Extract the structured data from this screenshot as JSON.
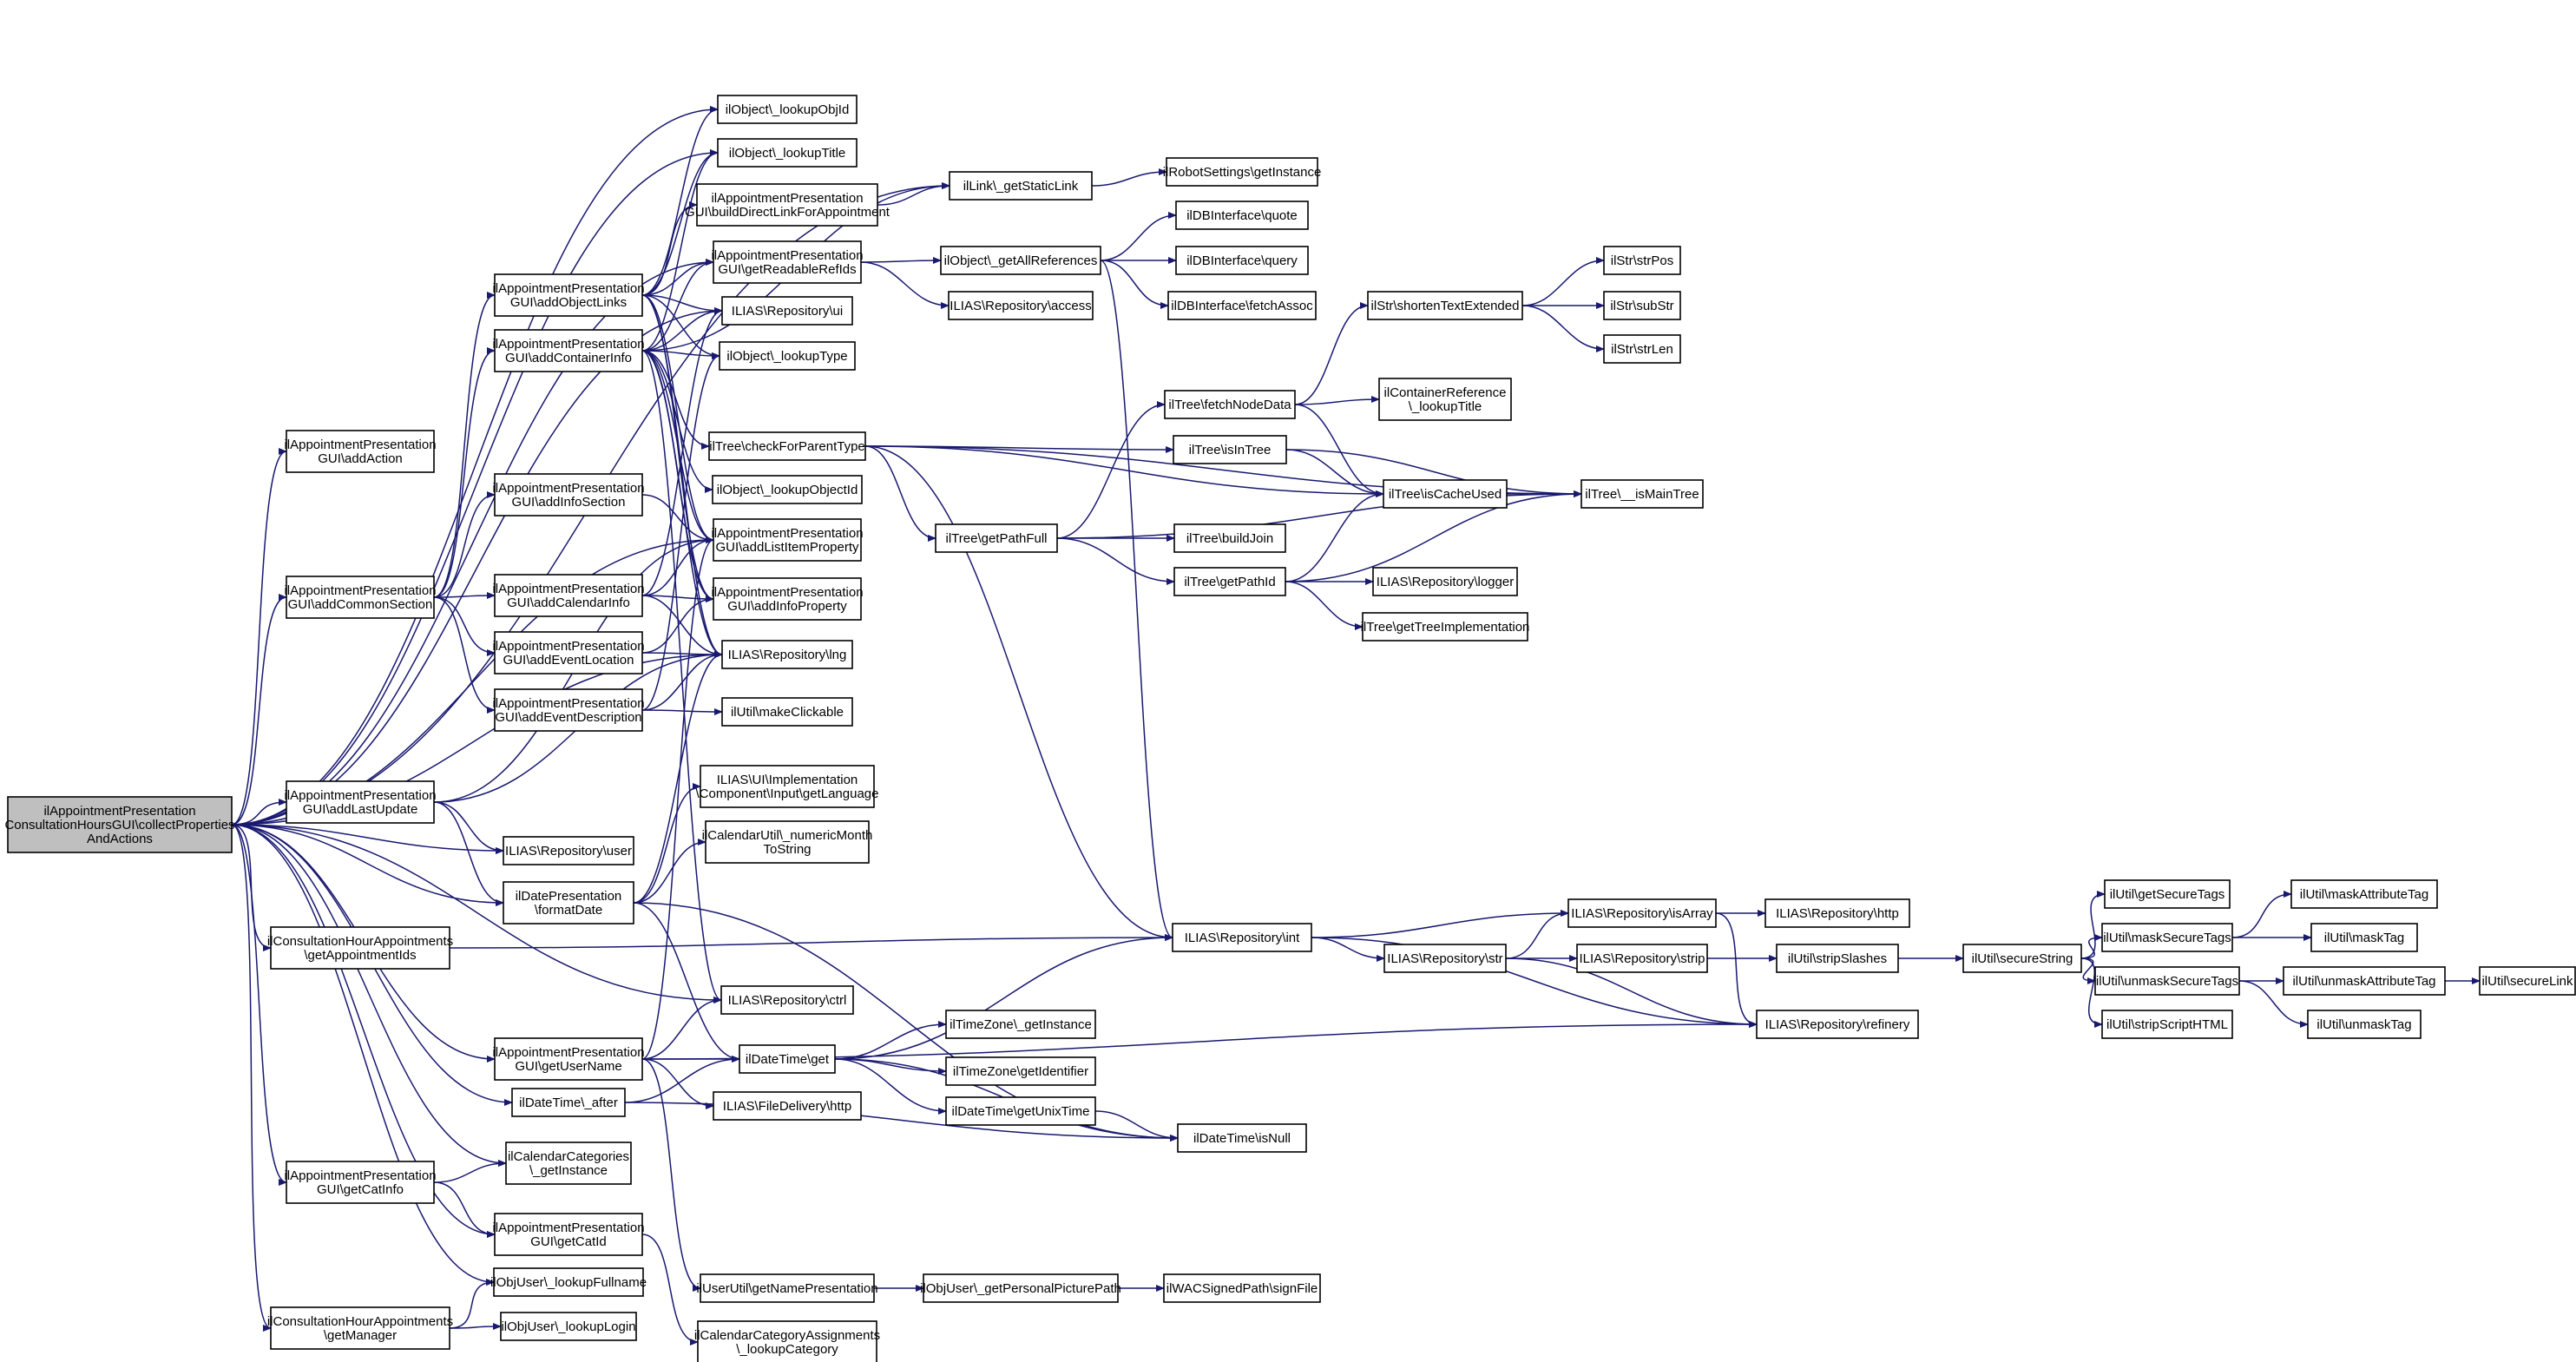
{
  "diagram": {
    "type": "call-graph",
    "edge_color": "#191970",
    "root_fill": "#bfbfbf",
    "nodes": [
      {
        "id": "root",
        "lines": [
          "ilAppointmentPresentation",
          "ConsultationHoursGUI\\collectProperties",
          "AndActions"
        ],
        "root": true
      },
      {
        "id": "addAction",
        "lines": [
          "ilAppointmentPresentation",
          "GUI\\addAction"
        ]
      },
      {
        "id": "addCommonSection",
        "lines": [
          "ilAppointmentPresentation",
          "GUI\\addCommonSection"
        ]
      },
      {
        "id": "addLastUpdate",
        "lines": [
          "ilAppointmentPresentation",
          "GUI\\addLastUpdate"
        ]
      },
      {
        "id": "getAppointmentIds",
        "lines": [
          "ilConsultationHourAppointments",
          "\\getAppointmentIds"
        ]
      },
      {
        "id": "getCatInfo",
        "lines": [
          "ilAppointmentPresentation",
          "GUI\\getCatInfo"
        ]
      },
      {
        "id": "getManager",
        "lines": [
          "ilConsultationHourAppointments",
          "\\getManager"
        ]
      },
      {
        "id": "addObjectLinks",
        "lines": [
          "ilAppointmentPresentation",
          "GUI\\addObjectLinks"
        ]
      },
      {
        "id": "addContainerInfo",
        "lines": [
          "ilAppointmentPresentation",
          "GUI\\addContainerInfo"
        ]
      },
      {
        "id": "addInfoSection",
        "lines": [
          "ilAppointmentPresentation",
          "GUI\\addInfoSection"
        ]
      },
      {
        "id": "addCalendarInfo",
        "lines": [
          "ilAppointmentPresentation",
          "GUI\\addCalendarInfo"
        ]
      },
      {
        "id": "addEventLocation",
        "lines": [
          "ilAppointmentPresentation",
          "GUI\\addEventLocation"
        ]
      },
      {
        "id": "addEventDescription",
        "lines": [
          "ilAppointmentPresentation",
          "GUI\\addEventDescription"
        ]
      },
      {
        "id": "reposUser",
        "lines": [
          "ILIAS\\Repository\\user"
        ]
      },
      {
        "id": "formatDate",
        "lines": [
          "ilDatePresentation",
          "\\formatDate"
        ]
      },
      {
        "id": "getUserName",
        "lines": [
          "ilAppointmentPresentation",
          "GUI\\getUserName"
        ]
      },
      {
        "id": "dtAfter",
        "lines": [
          "ilDateTime\\_after"
        ]
      },
      {
        "id": "calCatGetInstance",
        "lines": [
          "ilCalendarCategories",
          "\\_getInstance"
        ]
      },
      {
        "id": "getCatId",
        "lines": [
          "ilAppointmentPresentation",
          "GUI\\getCatId"
        ]
      },
      {
        "id": "lookupFullname",
        "lines": [
          "ilObjUser\\_lookupFullname"
        ]
      },
      {
        "id": "lookupLogin",
        "lines": [
          "ilObjUser\\_lookupLogin"
        ]
      },
      {
        "id": "lookupObjId",
        "lines": [
          "ilObject\\_lookupObjId"
        ]
      },
      {
        "id": "lookupTitle",
        "lines": [
          "ilObject\\_lookupTitle"
        ]
      },
      {
        "id": "buildDirectLink",
        "lines": [
          "ilAppointmentPresentation",
          "GUI\\buildDirectLinkForAppointment"
        ]
      },
      {
        "id": "getReadableRefIds",
        "lines": [
          "ilAppointmentPresentation",
          "GUI\\getReadableRefIds"
        ]
      },
      {
        "id": "reposUi",
        "lines": [
          "ILIAS\\Repository\\ui"
        ]
      },
      {
        "id": "lookupType",
        "lines": [
          "ilObject\\_lookupType"
        ]
      },
      {
        "id": "checkForParentType",
        "lines": [
          "ilTree\\checkForParentType"
        ]
      },
      {
        "id": "lookupObjectId",
        "lines": [
          "ilObject\\_lookupObjectId"
        ]
      },
      {
        "id": "addListItemProperty",
        "lines": [
          "ilAppointmentPresentation",
          "GUI\\addListItemProperty"
        ]
      },
      {
        "id": "addInfoProperty",
        "lines": [
          "ilAppointmentPresentation",
          "GUI\\addInfoProperty"
        ]
      },
      {
        "id": "reposLng",
        "lines": [
          "ILIAS\\Repository\\lng"
        ]
      },
      {
        "id": "makeClickable",
        "lines": [
          "ilUtil\\makeClickable"
        ]
      },
      {
        "id": "getLanguage",
        "lines": [
          "ILIAS\\UI\\Implementation",
          "\\Component\\Input\\getLanguage"
        ]
      },
      {
        "id": "numericMonth",
        "lines": [
          "ilCalendarUtil\\_numericMonth",
          "ToString"
        ]
      },
      {
        "id": "reposCtrl",
        "lines": [
          "ILIAS\\Repository\\ctrl"
        ]
      },
      {
        "id": "dtGet",
        "lines": [
          "ilDateTime\\get"
        ]
      },
      {
        "id": "fileDeliveryHttp",
        "lines": [
          "ILIAS\\FileDelivery\\http"
        ]
      },
      {
        "id": "getNamePresentation",
        "lines": [
          "ilUserUtil\\getNamePresentation"
        ]
      },
      {
        "id": "lookupCategory",
        "lines": [
          "ilCalendarCategoryAssignments",
          "\\_lookupCategory"
        ]
      },
      {
        "id": "getStaticLink",
        "lines": [
          "ilLink\\_getStaticLink"
        ]
      },
      {
        "id": "robotGetInstance",
        "lines": [
          "ilRobotSettings\\getInstance"
        ]
      },
      {
        "id": "getAllReferences",
        "lines": [
          "ilObject\\_getAllReferences"
        ]
      },
      {
        "id": "reposAccess",
        "lines": [
          "ILIAS\\Repository\\access"
        ]
      },
      {
        "id": "dbQuote",
        "lines": [
          "ilDBInterface\\quote"
        ]
      },
      {
        "id": "dbQuery",
        "lines": [
          "ilDBInterface\\query"
        ]
      },
      {
        "id": "dbFetchAssoc",
        "lines": [
          "ilDBInterface\\fetchAssoc"
        ]
      },
      {
        "id": "fetchNodeData",
        "lines": [
          "ilTree\\fetchNodeData"
        ]
      },
      {
        "id": "isInTree",
        "lines": [
          "ilTree\\isInTree"
        ]
      },
      {
        "id": "getPathFull",
        "lines": [
          "ilTree\\getPathFull"
        ]
      },
      {
        "id": "buildJoin",
        "lines": [
          "ilTree\\buildJoin"
        ]
      },
      {
        "id": "getPathId",
        "lines": [
          "ilTree\\getPathId"
        ]
      },
      {
        "id": "reposInt",
        "lines": [
          "ILIAS\\Repository\\int"
        ]
      },
      {
        "id": "tzGetInstance",
        "lines": [
          "ilTimeZone\\_getInstance"
        ]
      },
      {
        "id": "tzGetIdentifier",
        "lines": [
          "ilTimeZone\\getIdentifier"
        ]
      },
      {
        "id": "getUnixTime",
        "lines": [
          "ilDateTime\\getUnixTime"
        ]
      },
      {
        "id": "isNull",
        "lines": [
          "ilDateTime\\isNull"
        ]
      },
      {
        "id": "personalPicturePath",
        "lines": [
          "ilObjUser\\_getPersonalPicturePath"
        ]
      },
      {
        "id": "shortenText",
        "lines": [
          "ilStr\\shortenTextExtended"
        ]
      },
      {
        "id": "containerLookupTitle",
        "lines": [
          "ilContainerReference",
          "\\_lookupTitle"
        ]
      },
      {
        "id": "isCacheUsed",
        "lines": [
          "ilTree\\isCacheUsed"
        ]
      },
      {
        "id": "reposLogger",
        "lines": [
          "ILIAS\\Repository\\logger"
        ]
      },
      {
        "id": "getTreeImpl",
        "lines": [
          "ilTree\\getTreeImplementation"
        ]
      },
      {
        "id": "reposStr",
        "lines": [
          "ILIAS\\Repository\\str"
        ]
      },
      {
        "id": "signFile",
        "lines": [
          "ilWACSignedPath\\signFile"
        ]
      },
      {
        "id": "strPos",
        "lines": [
          "ilStr\\strPos"
        ]
      },
      {
        "id": "subStr",
        "lines": [
          "ilStr\\subStr"
        ]
      },
      {
        "id": "strLen",
        "lines": [
          "ilStr\\strLen"
        ]
      },
      {
        "id": "isMainTree",
        "lines": [
          "ilTree\\__isMainTree"
        ]
      },
      {
        "id": "isArray",
        "lines": [
          "ILIAS\\Repository\\isArray"
        ]
      },
      {
        "id": "reposStrip",
        "lines": [
          "ILIAS\\Repository\\strip"
        ]
      },
      {
        "id": "refinery",
        "lines": [
          "ILIAS\\Repository\\refinery"
        ]
      },
      {
        "id": "reposHttp",
        "lines": [
          "ILIAS\\Repository\\http"
        ]
      },
      {
        "id": "stripSlashes",
        "lines": [
          "ilUtil\\stripSlashes"
        ]
      },
      {
        "id": "secureString",
        "lines": [
          "ilUtil\\secureString"
        ]
      },
      {
        "id": "getSecureTags",
        "lines": [
          "ilUtil\\getSecureTags"
        ]
      },
      {
        "id": "maskSecureTags",
        "lines": [
          "ilUtil\\maskSecureTags"
        ]
      },
      {
        "id": "unmaskSecureTags",
        "lines": [
          "ilUtil\\unmaskSecureTags"
        ]
      },
      {
        "id": "stripScriptHTML",
        "lines": [
          "ilUtil\\stripScriptHTML"
        ]
      },
      {
        "id": "maskAttributeTag",
        "lines": [
          "ilUtil\\maskAttributeTag"
        ]
      },
      {
        "id": "maskTag",
        "lines": [
          "ilUtil\\maskTag"
        ]
      },
      {
        "id": "unmaskAttributeTag",
        "lines": [
          "ilUtil\\unmaskAttributeTag"
        ]
      },
      {
        "id": "unmaskTag",
        "lines": [
          "ilUtil\\unmaskTag"
        ]
      },
      {
        "id": "secureLink",
        "lines": [
          "ilUtil\\secureLink"
        ]
      }
    ],
    "edges": [
      [
        "root",
        "addAction"
      ],
      [
        "root",
        "addCommonSection"
      ],
      [
        "root",
        "addLastUpdate"
      ],
      [
        "root",
        "reposUser"
      ],
      [
        "root",
        "formatDate"
      ],
      [
        "root",
        "getAppointmentIds"
      ],
      [
        "root",
        "reposCtrl"
      ],
      [
        "root",
        "getUserName"
      ],
      [
        "root",
        "dtAfter"
      ],
      [
        "root",
        "calCatGetInstance"
      ],
      [
        "root",
        "getCatInfo"
      ],
      [
        "root",
        "getCatId"
      ],
      [
        "root",
        "lookupFullname"
      ],
      [
        "root",
        "getManager"
      ],
      [
        "root",
        "lookupObjId"
      ],
      [
        "root",
        "lookupTitle"
      ],
      [
        "root",
        "getStaticLink"
      ],
      [
        "root",
        "reposUi"
      ],
      [
        "root",
        "addListItemProperty"
      ],
      [
        "root",
        "reposLng"
      ],
      [
        "root",
        "getReadableRefIds"
      ],
      [
        "addCommonSection",
        "addObjectLinks"
      ],
      [
        "addCommonSection",
        "addContainerInfo"
      ],
      [
        "addCommonSection",
        "addInfoSection"
      ],
      [
        "addCommonSection",
        "addCalendarInfo"
      ],
      [
        "addCommonSection",
        "addEventLocation"
      ],
      [
        "addCommonSection",
        "addEventDescription"
      ],
      [
        "addLastUpdate",
        "formatDate"
      ],
      [
        "addLastUpdate",
        "reposUser"
      ],
      [
        "addLastUpdate",
        "reposLng"
      ],
      [
        "addLastUpdate",
        "addListItemProperty"
      ],
      [
        "getAppointmentIds",
        "reposInt"
      ],
      [
        "getCatInfo",
        "getCatId"
      ],
      [
        "getCatInfo",
        "calCatGetInstance"
      ],
      [
        "getManager",
        "lookupFullname"
      ],
      [
        "getManager",
        "lookupLogin"
      ],
      [
        "addObjectLinks",
        "lookupObjId"
      ],
      [
        "addObjectLinks",
        "lookupTitle"
      ],
      [
        "addObjectLinks",
        "getReadableRefIds"
      ],
      [
        "addObjectLinks",
        "reposUi"
      ],
      [
        "addObjectLinks",
        "lookupType"
      ],
      [
        "addObjectLinks",
        "buildDirectLink"
      ],
      [
        "addObjectLinks",
        "addListItemProperty"
      ],
      [
        "addObjectLinks",
        "addInfoProperty"
      ],
      [
        "addObjectLinks",
        "reposLng"
      ],
      [
        "addContainerInfo",
        "lookupTitle"
      ],
      [
        "addContainerInfo",
        "getReadableRefIds"
      ],
      [
        "addContainerInfo",
        "reposUi"
      ],
      [
        "addContainerInfo",
        "lookupType"
      ],
      [
        "addContainerInfo",
        "checkForParentType"
      ],
      [
        "addContainerInfo",
        "lookupObjectId"
      ],
      [
        "addContainerInfo",
        "addListItemProperty"
      ],
      [
        "addContainerInfo",
        "addInfoProperty"
      ],
      [
        "addContainerInfo",
        "reposLng"
      ],
      [
        "addContainerInfo",
        "getStaticLink"
      ],
      [
        "addContainerInfo",
        "reposCtrl"
      ],
      [
        "addInfoSection",
        "addListItemProperty"
      ],
      [
        "addCalendarInfo",
        "addListItemProperty"
      ],
      [
        "addCalendarInfo",
        "addInfoProperty"
      ],
      [
        "addCalendarInfo",
        "reposLng"
      ],
      [
        "addCalendarInfo",
        "reposUi"
      ],
      [
        "addEventLocation",
        "addInfoProperty"
      ],
      [
        "addEventLocation",
        "reposLng"
      ],
      [
        "addEventDescription",
        "reposLng"
      ],
      [
        "addEventDescription",
        "makeClickable"
      ],
      [
        "addEventDescription",
        "lookupType"
      ],
      [
        "formatDate",
        "getLanguage"
      ],
      [
        "formatDate",
        "numericMonth"
      ],
      [
        "formatDate",
        "dtGet"
      ],
      [
        "formatDate",
        "isNull"
      ],
      [
        "formatDate",
        "reposLng"
      ],
      [
        "getUserName",
        "reposCtrl"
      ],
      [
        "getUserName",
        "dtGet"
      ],
      [
        "getUserName",
        "fileDeliveryHttp"
      ],
      [
        "getUserName",
        "getNamePresentation"
      ],
      [
        "getUserName",
        "refinery"
      ],
      [
        "getUserName",
        "addListItemProperty"
      ],
      [
        "dtAfter",
        "dtGet"
      ],
      [
        "dtAfter",
        "isNull"
      ],
      [
        "getCatId",
        "lookupCategory"
      ],
      [
        "buildDirectLink",
        "getStaticLink"
      ],
      [
        "getReadableRefIds",
        "getAllReferences"
      ],
      [
        "getReadableRefIds",
        "reposAccess"
      ],
      [
        "getStaticLink",
        "robotGetInstance"
      ],
      [
        "getAllReferences",
        "dbQuote"
      ],
      [
        "getAllReferences",
        "dbQuery"
      ],
      [
        "getAllReferences",
        "dbFetchAssoc"
      ],
      [
        "getAllReferences",
        "reposInt"
      ],
      [
        "checkForParentType",
        "isInTree"
      ],
      [
        "checkForParentType",
        "isCacheUsed"
      ],
      [
        "checkForParentType",
        "getPathFull"
      ],
      [
        "checkForParentType",
        "isMainTree"
      ],
      [
        "checkForParentType",
        "reposInt"
      ],
      [
        "fetchNodeData",
        "shortenText"
      ],
      [
        "fetchNodeData",
        "containerLookupTitle"
      ],
      [
        "fetchNodeData",
        "isCacheUsed"
      ],
      [
        "isInTree",
        "isCacheUsed"
      ],
      [
        "isInTree",
        "isMainTree"
      ],
      [
        "getPathFull",
        "fetchNodeData"
      ],
      [
        "getPathFull",
        "buildJoin"
      ],
      [
        "getPathFull",
        "getPathId"
      ],
      [
        "getPathFull",
        "isMainTree"
      ],
      [
        "getPathId",
        "isCacheUsed"
      ],
      [
        "getPathId",
        "reposLogger"
      ],
      [
        "getPathId",
        "getTreeImpl"
      ],
      [
        "getPathId",
        "isMainTree"
      ],
      [
        "isCacheUsed",
        "isMainTree"
      ],
      [
        "shortenText",
        "strPos"
      ],
      [
        "shortenText",
        "subStr"
      ],
      [
        "shortenText",
        "strLen"
      ],
      [
        "reposInt",
        "isArray"
      ],
      [
        "reposInt",
        "reposStr"
      ],
      [
        "reposInt",
        "refinery"
      ],
      [
        "reposStr",
        "isArray"
      ],
      [
        "reposStr",
        "reposStrip"
      ],
      [
        "reposStr",
        "refinery"
      ],
      [
        "isArray",
        "reposHttp"
      ],
      [
        "isArray",
        "refinery"
      ],
      [
        "reposStrip",
        "stripSlashes"
      ],
      [
        "stripSlashes",
        "secureString"
      ],
      [
        "secureString",
        "getSecureTags"
      ],
      [
        "secureString",
        "maskSecureTags"
      ],
      [
        "secureString",
        "unmaskSecureTags"
      ],
      [
        "secureString",
        "stripScriptHTML"
      ],
      [
        "maskSecureTags",
        "maskAttributeTag"
      ],
      [
        "maskSecureTags",
        "maskTag"
      ],
      [
        "unmaskSecureTags",
        "unmaskAttributeTag"
      ],
      [
        "unmaskSecureTags",
        "unmaskTag"
      ],
      [
        "unmaskAttributeTag",
        "secureLink"
      ],
      [
        "dtGet",
        "reposInt"
      ],
      [
        "dtGet",
        "tzGetInstance"
      ],
      [
        "dtGet",
        "tzGetIdentifier"
      ],
      [
        "dtGet",
        "getUnixTime"
      ],
      [
        "dtGet",
        "isNull"
      ],
      [
        "getUnixTime",
        "isNull"
      ],
      [
        "getNamePresentation",
        "personalPicturePath"
      ],
      [
        "personalPicturePath",
        "signFile"
      ]
    ]
  }
}
